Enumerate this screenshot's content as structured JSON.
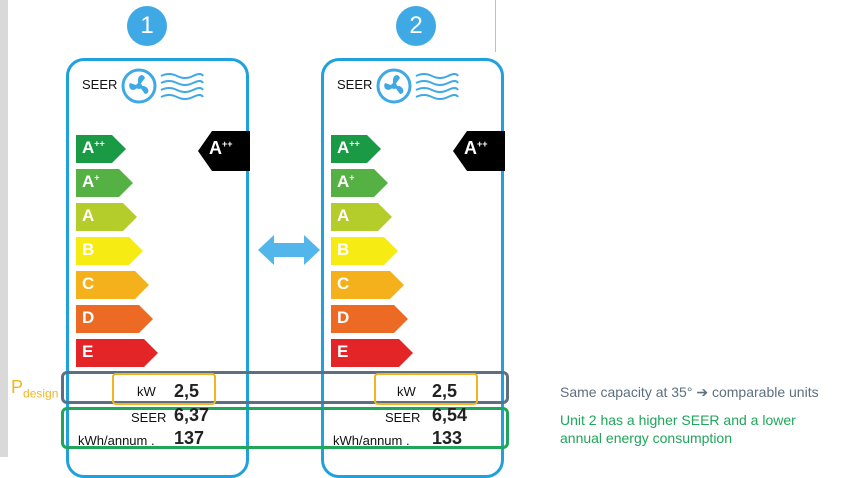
{
  "colors": {
    "accent_blue": "#1ea1dd",
    "badge_blue": "#3fa9e5",
    "pdesign_yellow": "#f2b51f",
    "band_gray": "#5d6f80",
    "band_green": "#1fa65a"
  },
  "scale": [
    {
      "letter": "A",
      "sup": "++",
      "color": "#1a9a44"
    },
    {
      "letter": "A",
      "sup": "+",
      "color": "#55b144"
    },
    {
      "letter": "A",
      "sup": "",
      "color": "#b5cd2b"
    },
    {
      "letter": "B",
      "sup": "",
      "color": "#f6ec14"
    },
    {
      "letter": "C",
      "sup": "",
      "color": "#f4b11c"
    },
    {
      "letter": "D",
      "sup": "",
      "color": "#ec6a23"
    },
    {
      "letter": "E",
      "sup": "",
      "color": "#e42528"
    }
  ],
  "units": [
    {
      "number": "1",
      "seer_title": "SEER",
      "result_letter": "A",
      "result_sup": "++",
      "kw_label": "kW",
      "kw_value": "2,5",
      "seer_label": "SEER",
      "seer_value": "6,37",
      "kwh_label": "kWh/annum .",
      "kwh_value": "137"
    },
    {
      "number": "2",
      "seer_title": "SEER",
      "result_letter": "A",
      "result_sup": "++",
      "kw_label": "kW",
      "kw_value": "2,5",
      "seer_label": "SEER",
      "seer_value": "6,54",
      "kwh_label": "kWh/annum .",
      "kwh_value": "133"
    }
  ],
  "pdesign": {
    "main": "P",
    "sub": "design"
  },
  "notes": {
    "capacity_a": "Same capacity at 35°",
    "capacity_arrow": "➔",
    "capacity_b": "comparable units",
    "green_line1": "Unit 2 has a higher SEER and a lower",
    "green_line2": "annual energy consumption"
  }
}
